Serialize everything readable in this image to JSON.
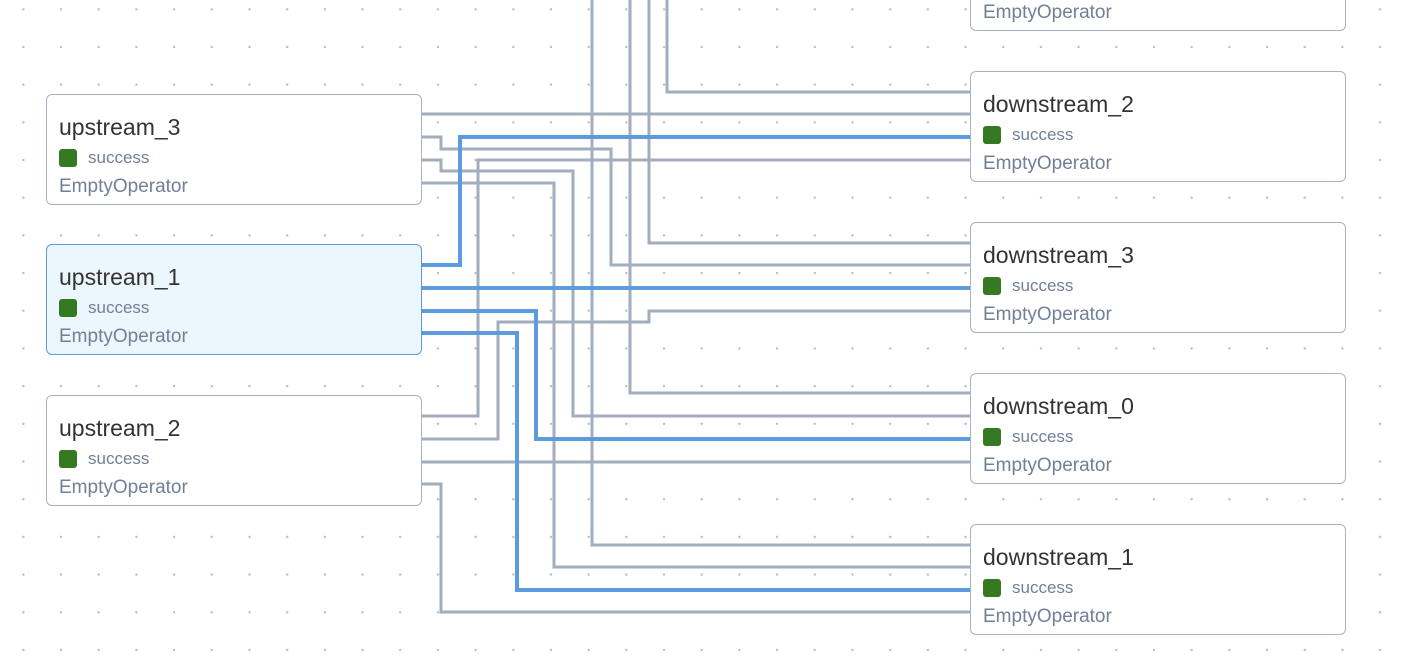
{
  "colors": {
    "edge": "#a3aebd",
    "edge_highlight": "#5b9bde",
    "success": "#357a22"
  },
  "nodes": {
    "top_partial": {
      "operator": "EmptyOperator"
    },
    "upstream_3": {
      "name": "upstream_3",
      "status": "success",
      "operator": "EmptyOperator"
    },
    "upstream_1": {
      "name": "upstream_1",
      "status": "success",
      "operator": "EmptyOperator",
      "selected": true
    },
    "upstream_2": {
      "name": "upstream_2",
      "status": "success",
      "operator": "EmptyOperator"
    },
    "downstream_2": {
      "name": "downstream_2",
      "status": "success",
      "operator": "EmptyOperator"
    },
    "downstream_3": {
      "name": "downstream_3",
      "status": "success",
      "operator": "EmptyOperator"
    },
    "downstream_0": {
      "name": "downstream_0",
      "status": "success",
      "operator": "EmptyOperator"
    },
    "downstream_1": {
      "name": "downstream_1",
      "status": "success",
      "operator": "EmptyOperator"
    }
  },
  "edges": [
    {
      "from": "upstream_3",
      "to": "downstream_2"
    },
    {
      "from": "upstream_3",
      "to": "downstream_3"
    },
    {
      "from": "upstream_3",
      "to": "downstream_0"
    },
    {
      "from": "upstream_3",
      "to": "downstream_1"
    },
    {
      "from": "upstream_1",
      "to": "downstream_2",
      "highlighted": true
    },
    {
      "from": "upstream_1",
      "to": "downstream_3",
      "highlighted": true
    },
    {
      "from": "upstream_1",
      "to": "downstream_0",
      "highlighted": true
    },
    {
      "from": "upstream_1",
      "to": "downstream_1",
      "highlighted": true
    },
    {
      "from": "upstream_2",
      "to": "downstream_2"
    },
    {
      "from": "upstream_2",
      "to": "downstream_3"
    },
    {
      "from": "upstream_2",
      "to": "downstream_0"
    },
    {
      "from": "upstream_2",
      "to": "downstream_1"
    },
    {
      "from": "offscreen",
      "to": "downstream_2"
    },
    {
      "from": "offscreen",
      "to": "downstream_3"
    },
    {
      "from": "offscreen",
      "to": "downstream_0"
    },
    {
      "from": "offscreen",
      "to": "downstream_1"
    }
  ]
}
